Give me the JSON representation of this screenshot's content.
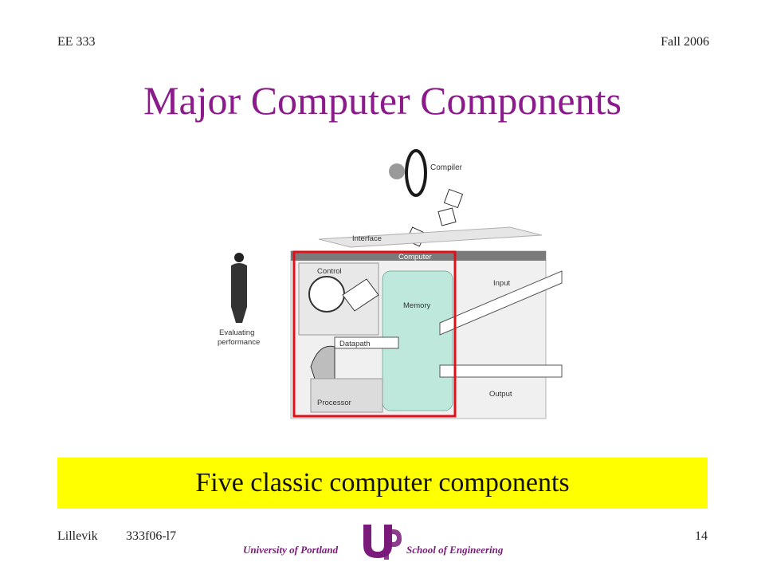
{
  "header": {
    "course": "EE 333",
    "term": "Fall 2006"
  },
  "title": "Major Computer Components",
  "figure": {
    "labels": {
      "compiler": "Compiler",
      "interface": "Interface",
      "computer": "Computer",
      "control": "Control",
      "memory": "Memory",
      "input": "Input",
      "datapath": "Datapath",
      "output": "Output",
      "processor": "Processor",
      "evaluating_line1": "Evaluating",
      "evaluating_line2": "performance"
    },
    "highlight_color": "#e0101a",
    "memory_color": "#bfe8dc"
  },
  "caption": "Five classic computer components",
  "footer": {
    "author": "Lillevik",
    "code": "333f06-l7",
    "page": "14",
    "logo_left": "University of Portland",
    "logo_right": "School of Engineering"
  }
}
